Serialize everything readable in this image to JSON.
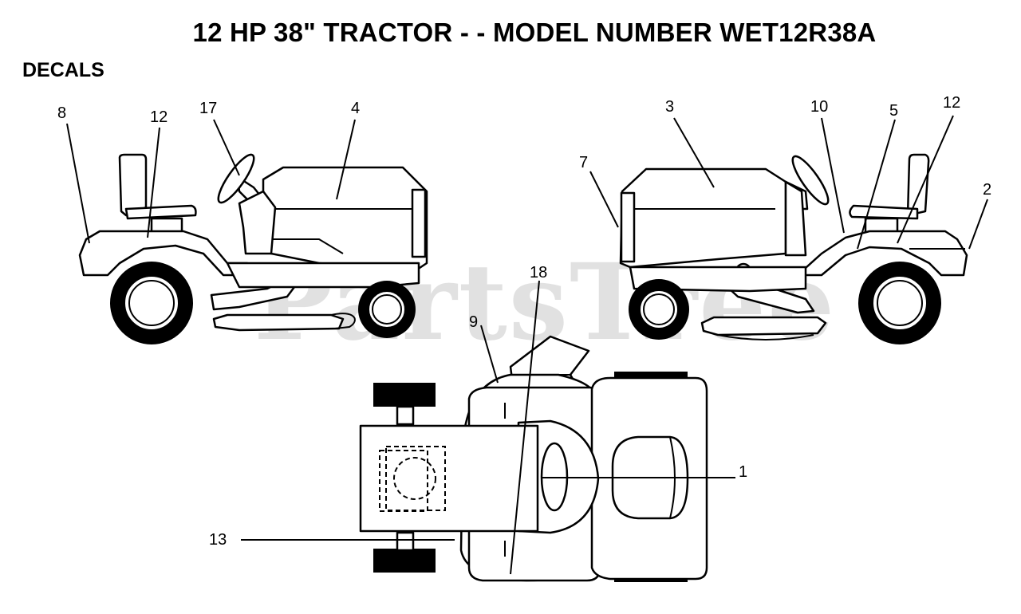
{
  "title": "12 HP 38\" TRACTOR - - MODEL NUMBER WET12R38A",
  "section": "DECALS",
  "watermark": "PartsTree",
  "callouts": {
    "c1": "1",
    "c2": "2",
    "c3": "3",
    "c4": "4",
    "c5": "5",
    "c7": "7",
    "c8": "8",
    "c9": "9",
    "c10": "10",
    "c12a": "12",
    "c12b": "12",
    "c13": "13",
    "c17": "17",
    "c18": "18"
  },
  "colors": {
    "ink": "#000000",
    "watermark": "#c9c9c9",
    "background": "#ffffff"
  }
}
